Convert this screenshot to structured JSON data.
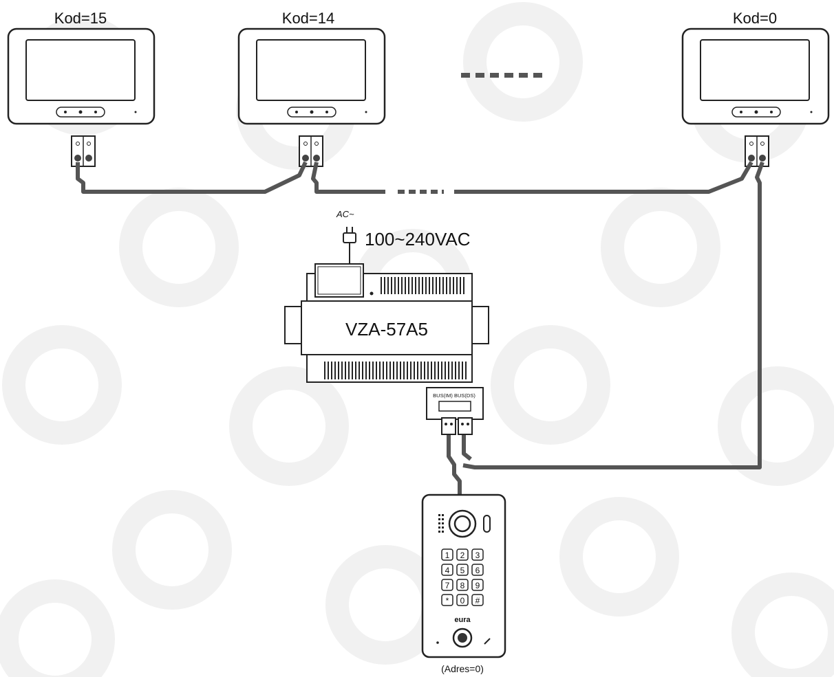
{
  "monitors": [
    {
      "code_label": "Kod=15"
    },
    {
      "code_label": "Kod=14"
    },
    {
      "code_label": "Kod=0"
    }
  ],
  "power": {
    "ac_label": "AC~",
    "voltage_label": "100~240VAC"
  },
  "power_supply": {
    "model": "VZA-57A5",
    "terminal_label": "BUS(IM) BUS(DS)"
  },
  "door_station": {
    "address_label": "(Adres=0)",
    "brand": "eura",
    "keypad": [
      "1",
      "2",
      "3",
      "4",
      "5",
      "6",
      "7",
      "8",
      "9",
      "*",
      "0",
      "#"
    ]
  },
  "colors": {
    "wire": "#555555",
    "outline": "#222222",
    "watermark": "#f2f2f2"
  }
}
